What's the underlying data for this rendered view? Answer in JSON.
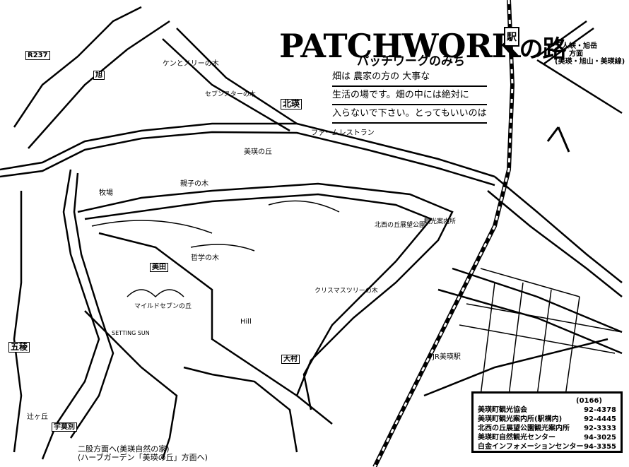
{
  "title": {
    "main": "PATCHWORK",
    "suffix": "の路",
    "subtitle": "パッチワークのみち"
  },
  "notice": [
    "畑は 農家の方の 大事な",
    "生活の場です。畑の中には絶対に",
    "入らないで下さい。とってもいいのは"
  ],
  "station": "駅",
  "direction_top_right": [
    "天人峡・旭岳",
    "方面",
    "(美瑛・旭山・美瑛線)"
  ],
  "direction_bottom": [
    "二股方面へ(美瑛自然の家)",
    "(ハーブガーデン「美瑛の丘」方面へ)"
  ],
  "road_signs": [
    "R237",
    "旭",
    "北瑛",
    "五稜",
    "大村",
    "美田",
    "宇莫別"
  ],
  "places": [
    "ケンとメリーの木",
    "セブンスターの木",
    "親子の木",
    "マイルドセブンの丘",
    "クリスマスツリーの木",
    "ファームレストラン",
    "JR美瑛駅",
    "美瑛の丘",
    "辻ヶ丘",
    "観光案内所",
    "哲学の木",
    "牧場",
    "Hill",
    "SETTING SUN",
    "北西の丘展望公園"
  ],
  "phone_list": {
    "area_code": "(0166)",
    "entries": [
      {
        "name": "美瑛町観光協会",
        "number": "92-4378"
      },
      {
        "name": "美瑛町観光案内所(駅構内)",
        "number": "92-4445"
      },
      {
        "name": "北西の丘展望公園観光案内所",
        "number": "92-3333"
      },
      {
        "name": "美瑛町自然観光センター",
        "number": "94-3025"
      },
      {
        "name": "白金インフォメーションセンター",
        "number": "94-3355"
      }
    ]
  }
}
